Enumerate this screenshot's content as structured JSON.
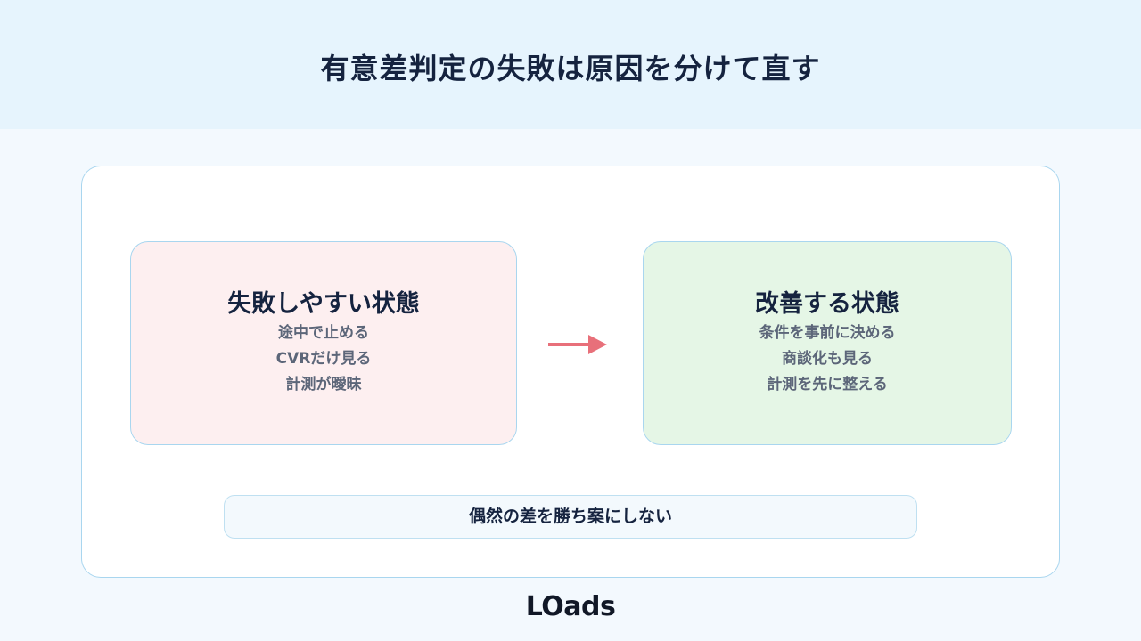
{
  "header": {
    "title": "有意差判定の失敗は原因を分けて直す"
  },
  "diagram": {
    "before": {
      "title": "失敗しやすい状態",
      "items": [
        "途中で止める",
        "CVRだけ見る",
        "計測が曖昧"
      ]
    },
    "after": {
      "title": "改善する状態",
      "items": [
        "条件を事前に決める",
        "商談化も見る",
        "計測を先に整える"
      ]
    },
    "arrow_color": "#e8707a",
    "summary": "偶然の差を勝ち案にしない"
  },
  "brand": {
    "logo_text": "LOads"
  }
}
